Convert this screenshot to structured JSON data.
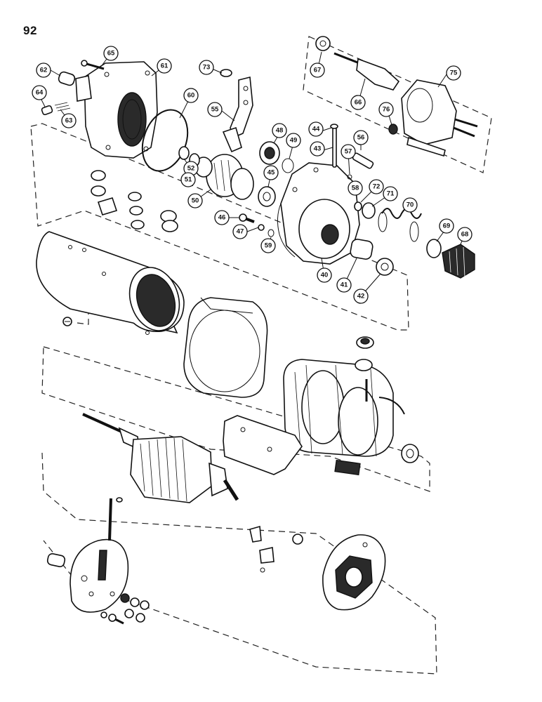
{
  "page": {
    "number": "92"
  },
  "callouts": [
    {
      "label": "65"
    },
    {
      "label": "61"
    },
    {
      "label": "62"
    },
    {
      "label": "73"
    },
    {
      "label": "60"
    },
    {
      "label": "64"
    },
    {
      "label": "63"
    },
    {
      "label": "55"
    },
    {
      "label": "67"
    },
    {
      "label": "66"
    },
    {
      "label": "75"
    },
    {
      "label": "76"
    },
    {
      "label": "44"
    },
    {
      "label": "48"
    },
    {
      "label": "49"
    },
    {
      "label": "43"
    },
    {
      "label": "57"
    },
    {
      "label": "56"
    },
    {
      "label": "52"
    },
    {
      "label": "51"
    },
    {
      "label": "45"
    },
    {
      "label": "58"
    },
    {
      "label": "72"
    },
    {
      "label": "71"
    },
    {
      "label": "50"
    },
    {
      "label": "70"
    },
    {
      "label": "46"
    },
    {
      "label": "47"
    },
    {
      "label": "59"
    },
    {
      "label": "69"
    },
    {
      "label": "68"
    },
    {
      "label": "40"
    },
    {
      "label": "41"
    },
    {
      "label": "42"
    }
  ]
}
